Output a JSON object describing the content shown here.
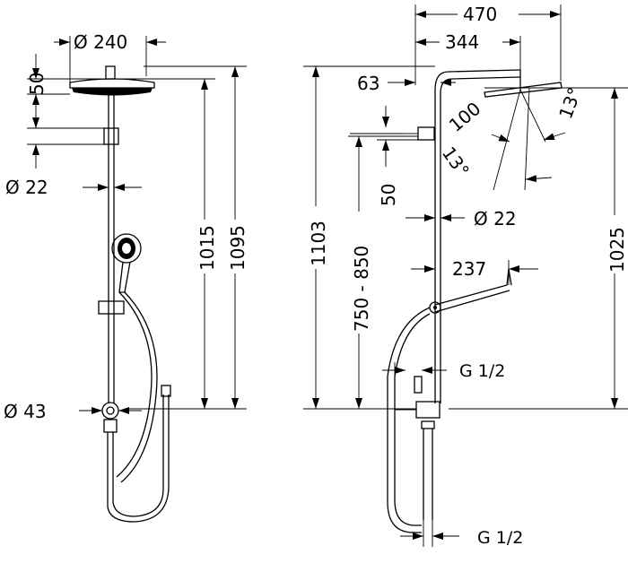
{
  "left_view": {
    "head_diameter": "Ø 240",
    "head_height": "50",
    "pipe_diameter": "Ø 22",
    "height_1015": "1015",
    "height_1095": "1095",
    "mixer_diameter": "Ø 43"
  },
  "right_view": {
    "reach_470": "470",
    "reach_344": "344",
    "offset_63": "63",
    "arm_100": "100",
    "angle_upper": "13°",
    "angle_lower": "13°",
    "gap_50": "50",
    "pipe_diameter": "Ø 22",
    "height_1103": "1103",
    "height_range": "750 - 850",
    "height_1025": "1025",
    "hand_reach_237": "237",
    "thread_upper": "G 1/2",
    "thread_lower": "G 1/2"
  }
}
